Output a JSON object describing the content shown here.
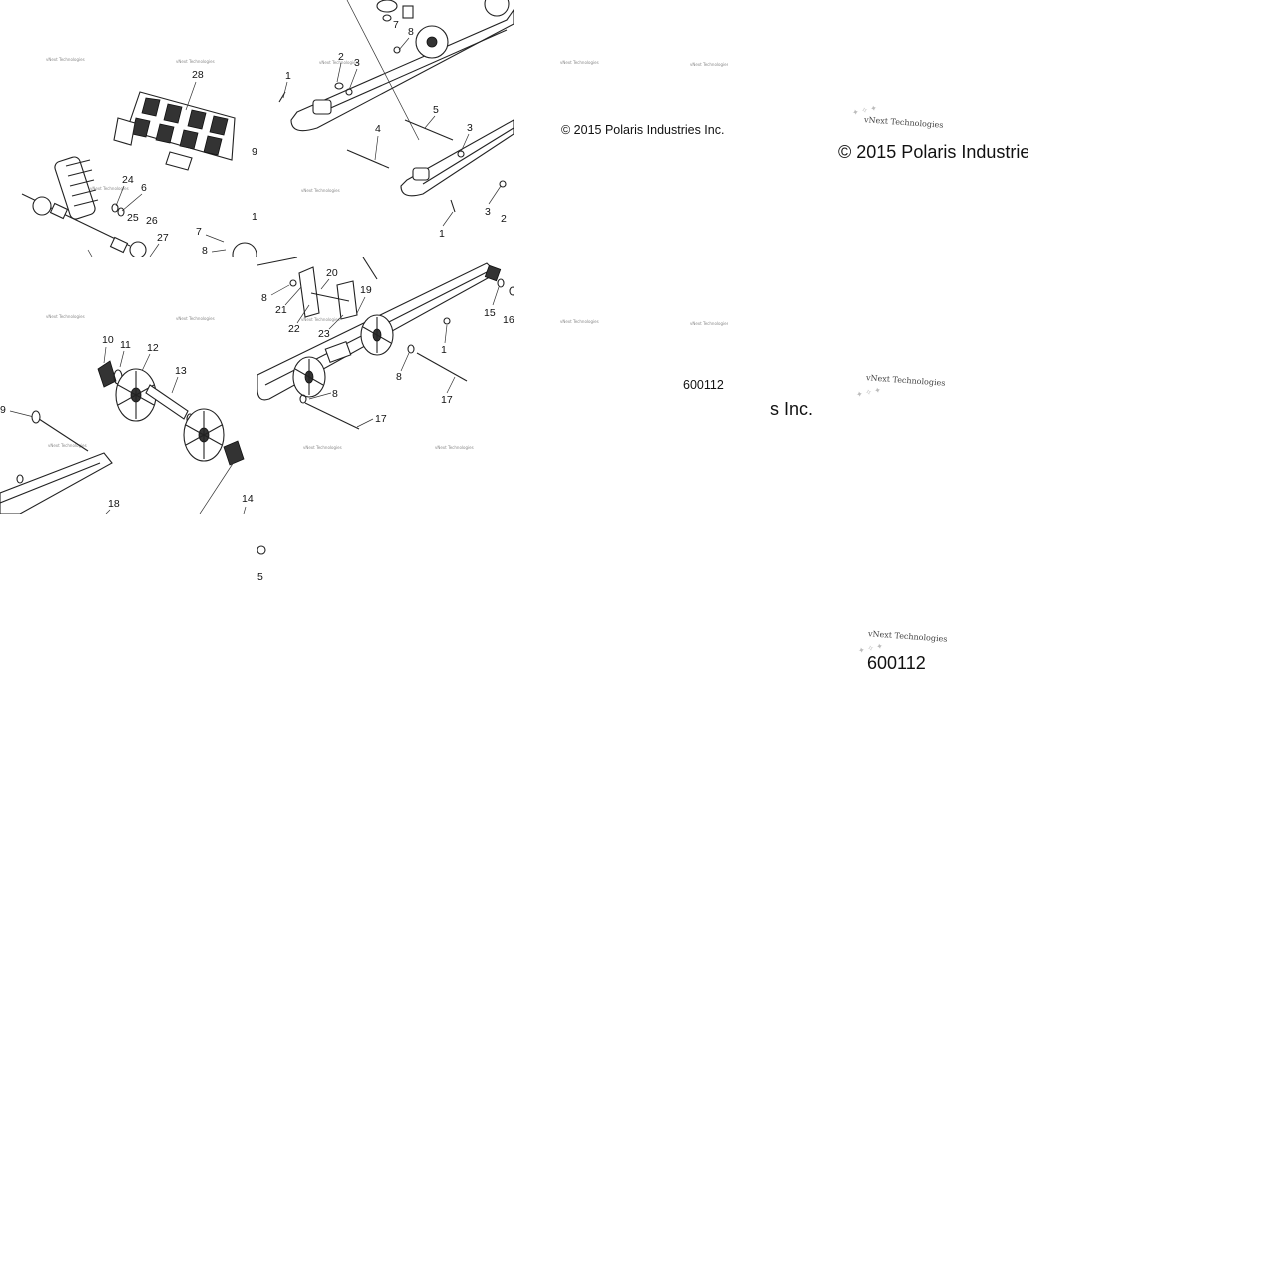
{
  "copyright": "© 2015 Polaris Industries Inc.",
  "copyright_partial": "© 2015 Polaris Industrie",
  "copyright_tail": "s Inc.",
  "diagram_number": "600112",
  "watermark": "vNext Technologies",
  "callouts": {
    "tile_a": [
      "28",
      "24",
      "6",
      "25",
      "26",
      "27",
      "7",
      "8"
    ],
    "tile_b": [
      "1",
      "2",
      "3",
      "7",
      "8",
      "5",
      "4",
      "3",
      "1",
      "3",
      "2"
    ],
    "tile_c": [
      "10",
      "11",
      "12",
      "13",
      "9",
      "14",
      "18"
    ],
    "tile_d": [
      "8",
      "20",
      "21",
      "22",
      "23",
      "19",
      "8",
      "8",
      "17",
      "17",
      "15",
      "16",
      "1"
    ]
  }
}
